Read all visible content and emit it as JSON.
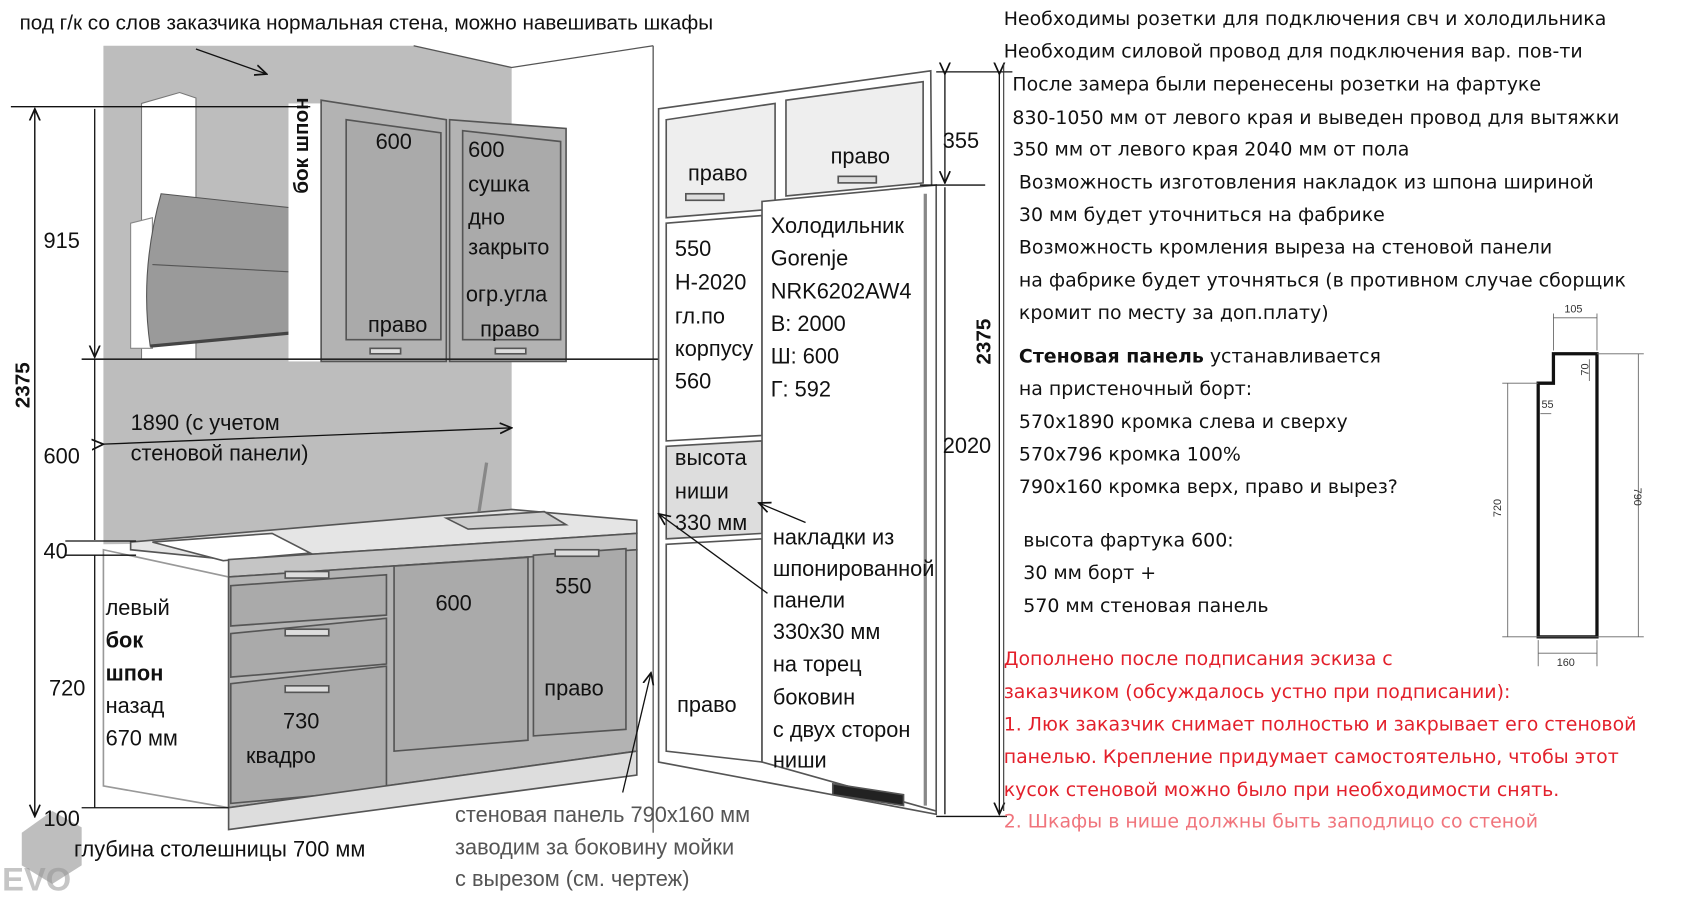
{
  "top_note": "под г/к со слов заказчика нормальная стена, можно навешивать шкафы",
  "left_dims": {
    "total": "2375",
    "upper": "915",
    "apron": "600",
    "counter": "40",
    "base": "720",
    "plinth": "100"
  },
  "right_dims": {
    "total": "2375",
    "top": "355",
    "column": "2020"
  },
  "hood_side": "бок шпон",
  "upper_cabinets": [
    {
      "width": "600",
      "lines": [],
      "hinge": "право"
    },
    {
      "width": "600",
      "lines": [
        "сушка",
        "дно",
        "закрыто",
        "огр.угла"
      ],
      "hinge": "право"
    }
  ],
  "tall_unit": {
    "top_left_hinge": "право",
    "top_right_hinge": "право",
    "oven_column": [
      "550",
      "Н-2020",
      "гл.по",
      "корпусу",
      "560"
    ],
    "niche": [
      "высота",
      "ниши",
      "330 мм"
    ],
    "bottom_hinge": "право"
  },
  "fridge": [
    "Холодильник",
    "Gorenje",
    "NRK6202AW4",
    "В: 2000",
    "Ш: 600",
    "Г: 592"
  ],
  "veneer_note": [
    "накладки из",
    "шпонированной",
    "панели",
    "330х30 мм",
    "на торец",
    "боковин",
    "с двух сторон",
    "ниши"
  ],
  "apron_width": [
    "1890 (с учетом",
    "стеновой панели)"
  ],
  "left_side": [
    {
      "text": "левый",
      "bold": false
    },
    {
      "text": "бок",
      "bold": true
    },
    {
      "text": "шпон",
      "bold": true
    },
    {
      "text": "назад",
      "bold": false
    },
    {
      "text": "670 мм",
      "bold": false
    }
  ],
  "base_cabinets": {
    "drawers_width": "730",
    "drawers_type": "квадро",
    "dishwasher": "600",
    "door_width": "550",
    "door_hinge": "право"
  },
  "counter_depth": "глубина столешницы 700 мм",
  "wall_panel_note": [
    "стеновая панель 790х160 мм",
    "заводим за боковину мойки",
    "с вырезом (см. чертеж)"
  ],
  "notes": [
    "Необходимы розетки для подключения свч и холодильника",
    "Необходим силовой провод для подключения вар. пов-ти",
    "После замера были перенесены розетки на фартуке",
    "830-1050 мм от левого края и выведен провод для вытяжки",
    "350 мм от левого края 2040 мм от пола",
    "Возможность изготовления накладок из шпона шириной",
    "30 мм будет уточниться на фабрике",
    "Возможность кромления выреза на стеновой панели",
    "на фабрике будет уточняться (в противном случае сборщик",
    "кромит  по месту за доп.плату)"
  ],
  "panel_spec": {
    "title_bold": "Стеновая панель",
    "title_rest": " устанавливается",
    "lines": [
      "на пристеночный борт:",
      "570х1890 кромка слева и сверху",
      "570х796 кромка 100%",
      "790х160 кромка верх, право и вырез?"
    ]
  },
  "apron_height": [
    "высота фартука 600:",
    "30 мм борт +",
    "570 мм стеновая панель"
  ],
  "addendum": [
    "Дополнено после подписания эскиза с",
    "заказчиком (обсуждалось устно при подписании):",
    "1. Люк заказчик снимает полностью и закрывает его стеновой",
    "панелью. Крепление придумает самостоятельно, чтобы этот",
    "кусок стеновой можно было при необходимости снять.",
    "2. Шкафы в нише должны быть заподлицо со стеной"
  ],
  "profile_drawing": {
    "top": "105",
    "step_h": "70",
    "step_w": "55",
    "left_h": "720",
    "right_h": "790",
    "bottom": "160"
  },
  "watermark": "EVO",
  "colors": {
    "wall": "#bdbdbd",
    "fronts": "#b3b3b3",
    "addendum": "#e3202b",
    "addendum_faded": "#f0747c"
  }
}
